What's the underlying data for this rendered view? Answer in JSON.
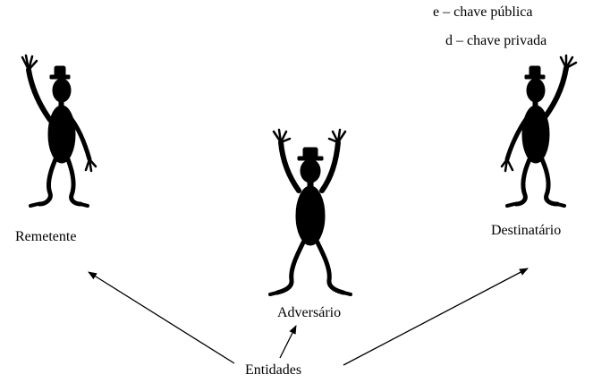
{
  "legend": {
    "public_key": "e – chave pública",
    "private_key": "d – chave privada"
  },
  "entities": {
    "sender": "Remetente",
    "adversary": "Adversário",
    "receiver": "Destinatário",
    "group": "Entidades"
  },
  "colors": {
    "ink": "#000000",
    "background": "#ffffff"
  }
}
